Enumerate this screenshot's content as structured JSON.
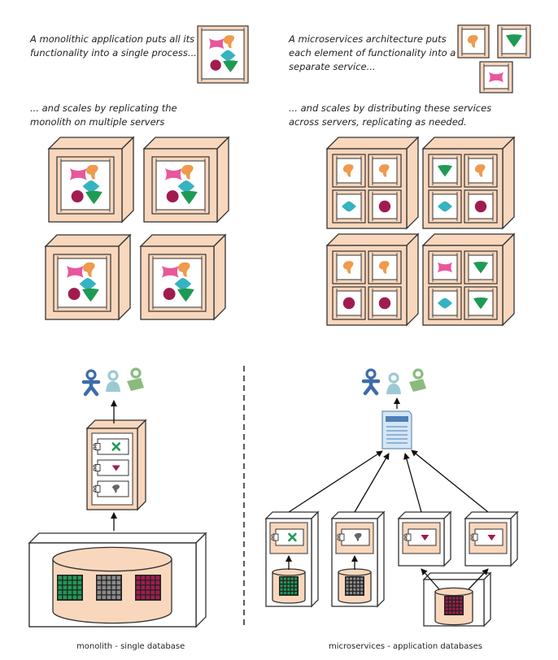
{
  "captions": {
    "monolith_intro": [
      "A monolithic application puts all its",
      "functionality into a single process..."
    ],
    "micro_intro": [
      "A microservices architecture puts",
      "each element of functionality into a",
      "separate service..."
    ],
    "monolith_scale": [
      "... and scales by replicating the",
      "monolith on multiple servers"
    ],
    "micro_scale": [
      "... and scales by distributing these services",
      "across servers, replicating as needed."
    ]
  },
  "footer": {
    "left": "monolith - single database",
    "right": "microservices - application databases"
  },
  "colors": {
    "server_fill": "#f9d7bd",
    "server_stroke": "#333333",
    "pink": "#e8579b",
    "orange": "#ef9a4c",
    "teal": "#35b3c0",
    "maroon": "#a11c4e",
    "green": "#1e9a55",
    "user_blue": "#3d6cab",
    "user_light": "#9ccad3",
    "user_green": "#8bba7f"
  },
  "icons": [
    "pink-bowtie-icon",
    "orange-blob-icon",
    "teal-diamond-icon",
    "maroon-circle-icon",
    "green-triangle-icon",
    "user-icon",
    "document-icon",
    "database-grid-icon",
    "component-icon"
  ]
}
